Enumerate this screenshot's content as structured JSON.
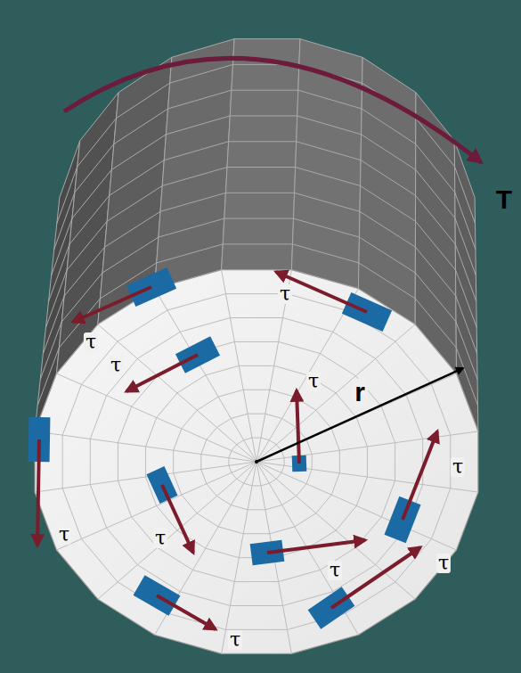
{
  "diagram": {
    "labels": [
      "T",
      "r",
      "τ",
      "τ",
      "τ",
      "τ",
      "τ",
      "τ",
      "τ",
      "τ",
      "τ",
      "τ"
    ]
  }
}
